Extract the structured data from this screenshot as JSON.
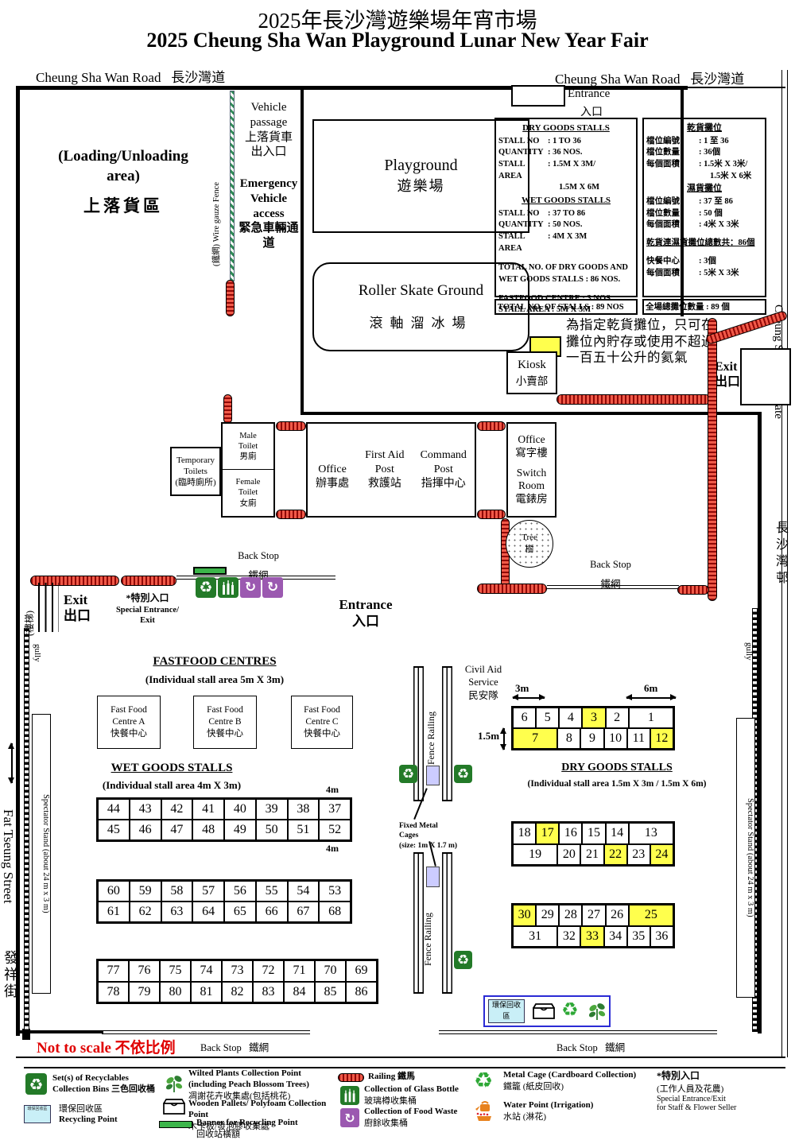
{
  "header": {
    "title_zh": "2025年長沙灣遊樂場年宵市場",
    "title_en": "2025 Cheung Sha Wan Playground Lunar New Year Fair",
    "road_en": "Cheung Sha Wan Road",
    "road_zh": "長沙灣道"
  },
  "colors": {
    "highlight": "#ffff4d",
    "railing_red": "#e8392a",
    "wire_fence_green": "#2e8b57",
    "metal_cage_lavender": "#ccccff",
    "recycle_zone_fill": "#c9eff7",
    "recycle_zone_border": "#2b2bd5",
    "banner_green": "#3cb54a",
    "bins_green": "#237a28",
    "food_waste_purple": "#9b59b0",
    "not_to_scale_red": "#e00000"
  },
  "map": {
    "entrance_top": {
      "en": "Entrance",
      "zh": "入口"
    },
    "loading": {
      "en1": "(Loading/Unloading",
      "en2": "area)",
      "zh": "上落貨區"
    },
    "wire_fence_label": "(鐵網) Wire gauze Fence",
    "vehicle_passage": {
      "en1": "Vehicle",
      "en2": "passage",
      "zh1": "上落貨車",
      "zh2": "出入口"
    },
    "emergency": {
      "en": "Emergency Vehicle access",
      "zh": "緊急車輛通道"
    },
    "playground": {
      "en": "Playground",
      "zh": "遊樂場"
    },
    "roller": {
      "en": "Roller Skate Ground",
      "zh": "滾軸溜冰場"
    },
    "helium_note": "為指定乾貨攤位，只可在攤位內貯存或使用不超過一百五十公升的氦氣",
    "kiosk": {
      "en": "Kiosk",
      "zh": "小賣部"
    },
    "exit_right": {
      "en": "Exit",
      "zh": "出口"
    },
    "estate": {
      "en": "Cheung Sha Wan Estate",
      "zh": "長沙灣邨"
    },
    "temp_toilets": {
      "en1": "Temporary",
      "en2": "Toilets",
      "zh": "(臨時廁所)"
    },
    "male_toilet": {
      "en1": "Male",
      "en2": "Toilet",
      "zh": "男廁"
    },
    "female_toilet": {
      "en1": "Female",
      "en2": "Toilet",
      "zh": "女廁"
    },
    "office1": {
      "en": "Office",
      "zh": "辦事處"
    },
    "first_aid": {
      "en1": "First Aid",
      "en2": "Post",
      "zh": "救護站"
    },
    "command": {
      "en1": "Command",
      "en2": "Post",
      "zh": "指揮中心"
    },
    "office2": {
      "en": "Office",
      "zh": "寫字樓"
    },
    "switch_room": {
      "en1": "Switch",
      "en2": "Room",
      "zh": "電錶房"
    },
    "tree": {
      "en": "Tree",
      "zh": "樹"
    },
    "back_stop": {
      "en": "Back Stop",
      "zh": "鐵網"
    },
    "exit_left": {
      "en": "Exit",
      "zh": "出口"
    },
    "stairs": "(樓梯)",
    "special_entrance": {
      "zh": "*特別入口",
      "en1": "Special Entrance/",
      "en2": "Exit"
    },
    "entrance_main": {
      "en": "Entrance",
      "zh": "入口"
    },
    "gully": "gully",
    "spectator": "Spectator Stand  (about  24 m x 3 m)",
    "street": {
      "en": "Fat Tseung Street",
      "zh": "發祥街"
    },
    "civil_aid": {
      "en1": "Civil Aid",
      "en2": "Service",
      "zh": "民安隊"
    },
    "fence_railing": "Fence Railing",
    "fixed_cages": {
      "l1": "Fixed Metal",
      "l2": "Cages",
      "l3": "(size: 1m X 1.7 m)"
    },
    "dims": {
      "m3": "3m",
      "m6": "6m",
      "m15": "1.5m",
      "m4": "4m"
    },
    "recycle_zone": "環保回收區",
    "not_to_scale": "Not to scale  不依比例"
  },
  "info_en": {
    "h_dry": "DRY GOODS STALLS",
    "rows_dry": [
      {
        "l": "STALL NO",
        "v": ": 1 TO 36"
      },
      {
        "l": "QUANTITY",
        "v": ": 36 NOS."
      },
      {
        "l": "STALL AREA",
        "v": ": 1.5M X 3M/"
      },
      {
        "l": "",
        "v": "1.5M X 6M"
      }
    ],
    "h_wet": "WET GOODS STALLS",
    "rows_wet": [
      {
        "l": "STALL NO",
        "v": ": 37 TO 86"
      },
      {
        "l": "QUANTITY",
        "v": ": 50 NOS."
      },
      {
        "l": "STALL AREA",
        "v": ": 4M X 3M"
      }
    ],
    "total_dw": "TOTAL NO. OF DRY GOODS AND WET GOODS STALLS : 86 NOS.",
    "fastfood": "FASTFOOD CENTRE : 3 NOS.",
    "fastfood_area": "STALL AREA : 5M X 3M",
    "total": "TOTAL NO. OF STALLS : 89 NOS"
  },
  "info_zh": {
    "h_dry": "乾貨攤位",
    "rows_dry": [
      {
        "l": "檔位編號",
        "v": ": 1 至 36"
      },
      {
        "l": "檔位數量",
        "v": ": 36個"
      },
      {
        "l": "每個面積",
        "v": ": 1.5米 X 3米/"
      },
      {
        "l": "",
        "v": "1.5米 X 6米"
      }
    ],
    "h_wet": "濕貨攤位",
    "rows_wet": [
      {
        "l": "檔位編號",
        "v": ": 37 至 86"
      },
      {
        "l": "檔位數量",
        "v": ": 50 個"
      },
      {
        "l": "每個面積",
        "v": ": 4米 X 3米"
      }
    ],
    "total_dw": "乾貨連濕貨攤位總數共：86個",
    "rows_ff": [
      {
        "l": "快餐中心",
        "v": ": 3個"
      },
      {
        "l": "每個面積",
        "v": ": 5米 X 3米"
      }
    ],
    "total": "全場總攤位數量 : 89 個"
  },
  "sections": {
    "fastfood": {
      "title": "FASTFOOD CENTRES",
      "sub": "(Individual stall area  5m X 3m)",
      "a": "Fast Food Centre A",
      "b": "Fast Food Centre B",
      "c": "Fast Food Centre C",
      "zh": "快餐中心"
    },
    "wet": {
      "title": "WET GOODS STALLS",
      "sub": "(Individual stall area  4m X 3m)"
    },
    "dry": {
      "title": "DRY GOODS STALLS",
      "sub": "(Individual stall area 1.5m X 3m / 1.5m X 6m)"
    }
  },
  "stalls": {
    "wet_a": {
      "rows": [
        [
          {
            "n": "44"
          },
          {
            "n": "43"
          },
          {
            "n": "42"
          },
          {
            "n": "41"
          },
          {
            "n": "40"
          },
          {
            "n": "39"
          },
          {
            "n": "38"
          },
          {
            "n": "37"
          }
        ],
        [
          {
            "n": "45"
          },
          {
            "n": "46"
          },
          {
            "n": "47"
          },
          {
            "n": "48"
          },
          {
            "n": "49"
          },
          {
            "n": "50"
          },
          {
            "n": "51"
          },
          {
            "n": "52"
          }
        ]
      ]
    },
    "wet_b": {
      "rows": [
        [
          {
            "n": "60"
          },
          {
            "n": "59"
          },
          {
            "n": "58"
          },
          {
            "n": "57"
          },
          {
            "n": "56"
          },
          {
            "n": "55"
          },
          {
            "n": "54"
          },
          {
            "n": "53"
          }
        ],
        [
          {
            "n": "61"
          },
          {
            "n": "62"
          },
          {
            "n": "63"
          },
          {
            "n": "64"
          },
          {
            "n": "65"
          },
          {
            "n": "66"
          },
          {
            "n": "67"
          },
          {
            "n": "68"
          }
        ]
      ]
    },
    "wet_c": {
      "rows": [
        [
          {
            "n": "77"
          },
          {
            "n": "76"
          },
          {
            "n": "75"
          },
          {
            "n": "74"
          },
          {
            "n": "73"
          },
          {
            "n": "72"
          },
          {
            "n": "71"
          },
          {
            "n": "70"
          },
          {
            "n": "69"
          }
        ],
        [
          {
            "n": "78"
          },
          {
            "n": "79"
          },
          {
            "n": "80"
          },
          {
            "n": "81"
          },
          {
            "n": "82"
          },
          {
            "n": "83"
          },
          {
            "n": "84"
          },
          {
            "n": "85"
          },
          {
            "n": "86"
          }
        ]
      ]
    },
    "dry_1": {
      "rows": [
        [
          {
            "n": "6"
          },
          {
            "n": "5"
          },
          {
            "n": "4"
          },
          {
            "n": "3",
            "hl": true
          },
          {
            "n": "2"
          },
          {
            "n": "1",
            "span": 2
          }
        ],
        [
          {
            "n": "7",
            "span": 2,
            "hl": true
          },
          {
            "n": "8"
          },
          {
            "n": "9"
          },
          {
            "n": "10"
          },
          {
            "n": "11"
          },
          {
            "n": "12",
            "hl": true
          }
        ]
      ]
    },
    "dry_2": {
      "rows": [
        [
          {
            "n": "18"
          },
          {
            "n": "17",
            "hl": true
          },
          {
            "n": "16"
          },
          {
            "n": "15"
          },
          {
            "n": "14"
          },
          {
            "n": "13",
            "span": 2
          }
        ],
        [
          {
            "n": "19",
            "span": 2
          },
          {
            "n": "20"
          },
          {
            "n": "21"
          },
          {
            "n": "22",
            "hl": true
          },
          {
            "n": "23"
          },
          {
            "n": "24",
            "hl": true
          }
        ]
      ]
    },
    "dry_3": {
      "rows": [
        [
          {
            "n": "30",
            "hl": true
          },
          {
            "n": "29"
          },
          {
            "n": "28"
          },
          {
            "n": "27"
          },
          {
            "n": "26"
          },
          {
            "n": "25",
            "span": 2,
            "hl": true
          }
        ],
        [
          {
            "n": "31",
            "span": 2
          },
          {
            "n": "32"
          },
          {
            "n": "33",
            "hl": true
          },
          {
            "n": "34"
          },
          {
            "n": "35"
          },
          {
            "n": "36"
          }
        ]
      ]
    }
  },
  "legend": {
    "recyclables": "Set(s) of Recyclables  Collection Bins 三色回收桶",
    "recycling_point": {
      "zh": "環保回收區",
      "en": "Recycling Point"
    },
    "wilted": {
      "l1": "Wilted Plants Collection Point",
      "l2": "(including Peach Blossom Trees)",
      "l3": "凋謝花卉收集處(包括桃花)"
    },
    "pallets": {
      "l1": "Wooden Pallets/ Polyfoam Collection Point",
      "l2": "木卡板/發泡膠收集處"
    },
    "banner": {
      "l1": "Banner for Recycling Point",
      "l2": "回收站橫額"
    },
    "railing": "Railing 鐵馬",
    "glass": {
      "l1": "Collection of Glass Bottle",
      "l2": "玻璃樽收集桶"
    },
    "food_waste": {
      "l1": "Collection of Food Waste",
      "l2": "廚餘收集桶"
    },
    "metal_cage": {
      "l1": "Metal Cage (Cardboard Collection)",
      "l2": "鐵籠 (紙皮回收)"
    },
    "water": {
      "l1": "Water Point (Irrigation)",
      "l2": "水站 (淋花)"
    },
    "special": {
      "l1": "*特別入口",
      "l2": "(工作人員及花農)",
      "l3": "Special Entrance/Exit",
      "l4": "for Staff & Flower Seller"
    }
  }
}
